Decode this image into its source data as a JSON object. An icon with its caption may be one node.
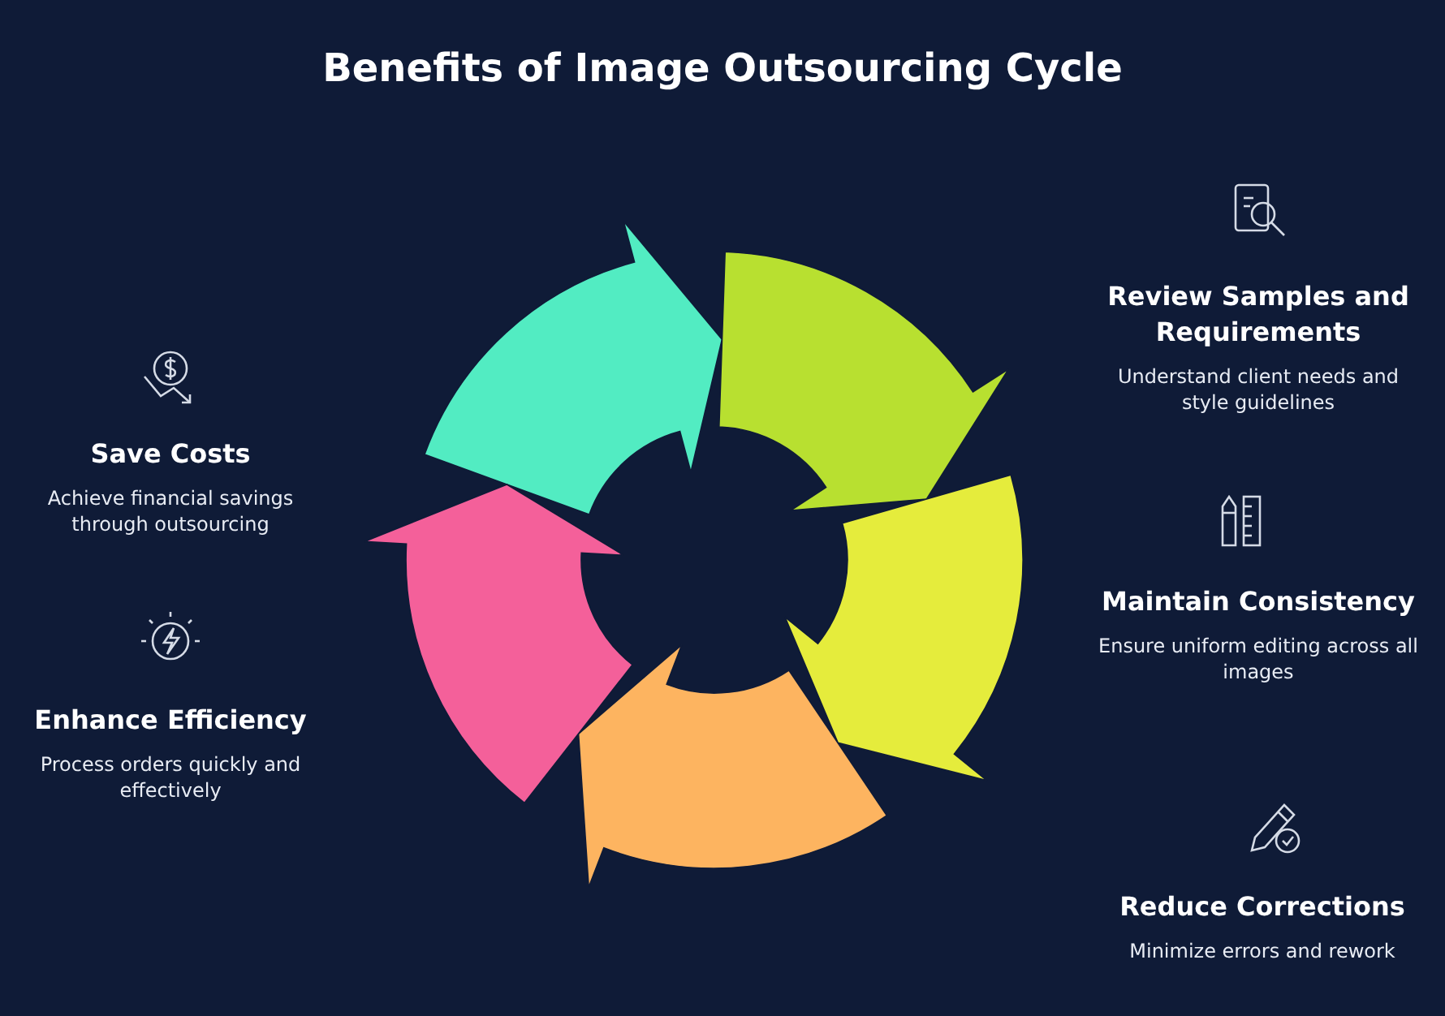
{
  "diagram": {
    "title": "Benefits of Image Outsourcing Cycle",
    "nodes": [
      {
        "text": [
          "Review Samples and Requirements",
          "Understand client needs and style guidelines"
        ]
      },
      {
        "text": [
          "Maintain Consistency",
          "Ensure uniform editing across all images"
        ]
      },
      {
        "text": [
          "Reduce Corrections",
          "Minimize errors and rework"
        ]
      },
      {
        "text": [
          "Enhance Efficiency",
          "Process orders quickly and effectively"
        ]
      },
      {
        "text": [
          "Save Costs",
          "Achieve financial savings through outsourcing"
        ]
      }
    ]
  }
}
